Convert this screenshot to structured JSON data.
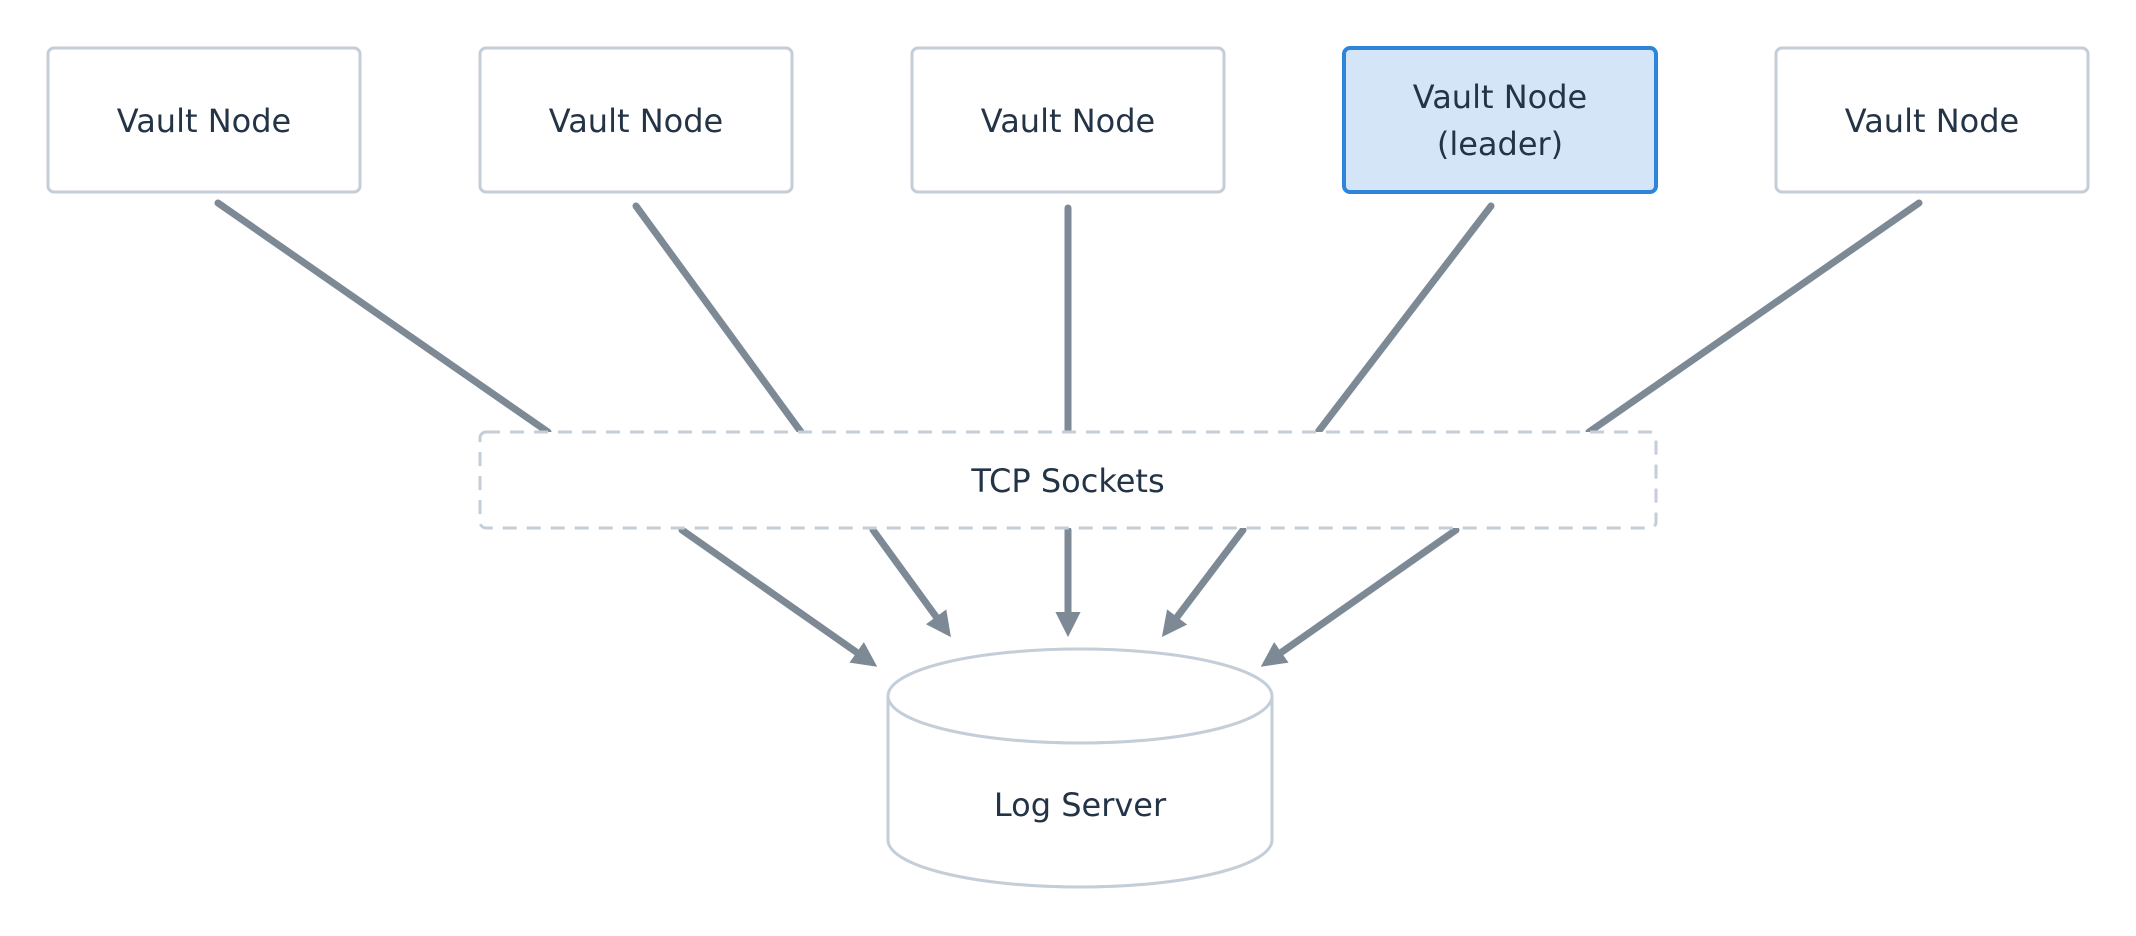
{
  "nodes": [
    {
      "lines": [
        "Vault Node"
      ],
      "highlighted": false
    },
    {
      "lines": [
        "Vault Node"
      ],
      "highlighted": false
    },
    {
      "lines": [
        "Vault Node"
      ],
      "highlighted": false
    },
    {
      "lines": [
        "Vault Node",
        "(leader)"
      ],
      "highlighted": true
    },
    {
      "lines": [
        "Vault Node"
      ],
      "highlighted": false
    }
  ],
  "sockets": {
    "label": "TCP Sockets"
  },
  "server": {
    "label": "Log Server"
  },
  "colors": {
    "box_border": "#c4ced8",
    "leader_fill": "#d4e5f7",
    "leader_border": "#2e84d8",
    "arrow": "#7d8a96",
    "text": "#243447"
  }
}
